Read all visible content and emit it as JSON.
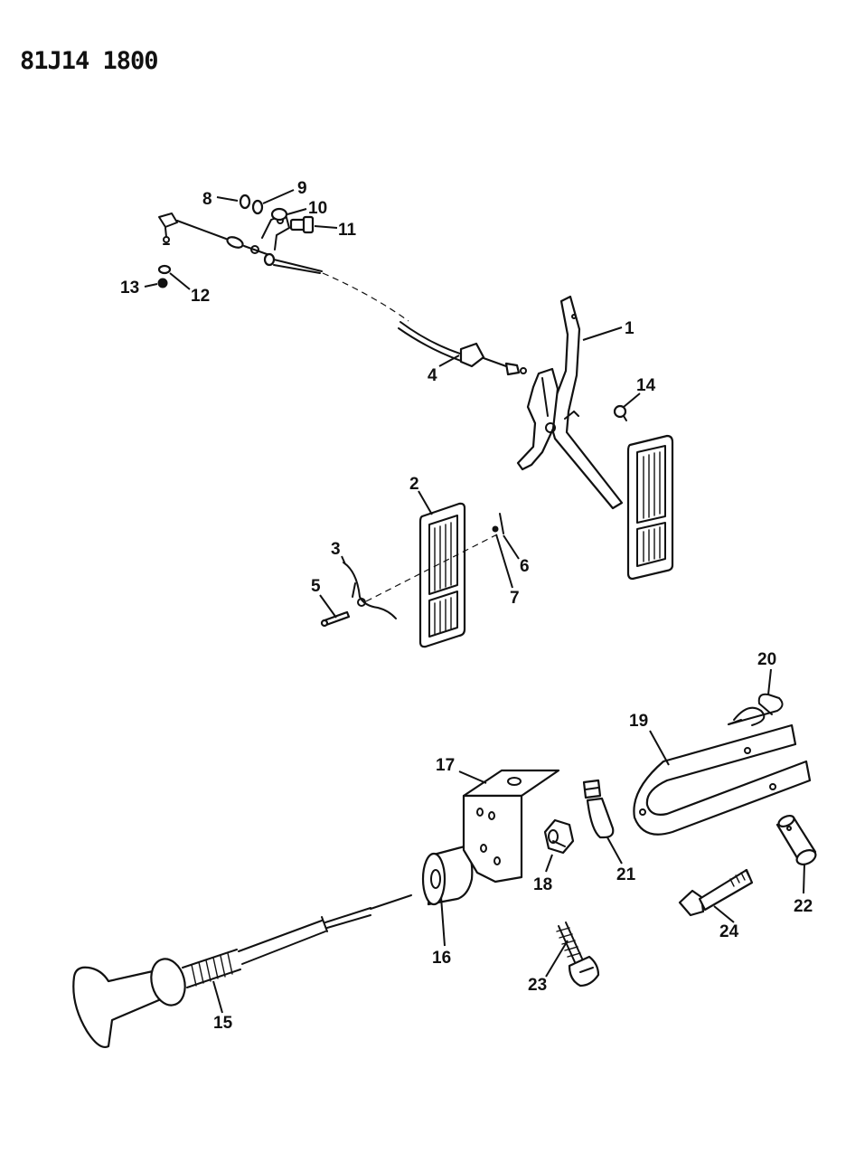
{
  "document": {
    "code": "81J14 1800"
  },
  "callouts": [
    "1",
    "2",
    "3",
    "4",
    "5",
    "6",
    "7",
    "8",
    "9",
    "10",
    "11",
    "12",
    "13",
    "14",
    "15",
    "16",
    "17",
    "18",
    "19",
    "20",
    "21",
    "22",
    "23",
    "24"
  ]
}
